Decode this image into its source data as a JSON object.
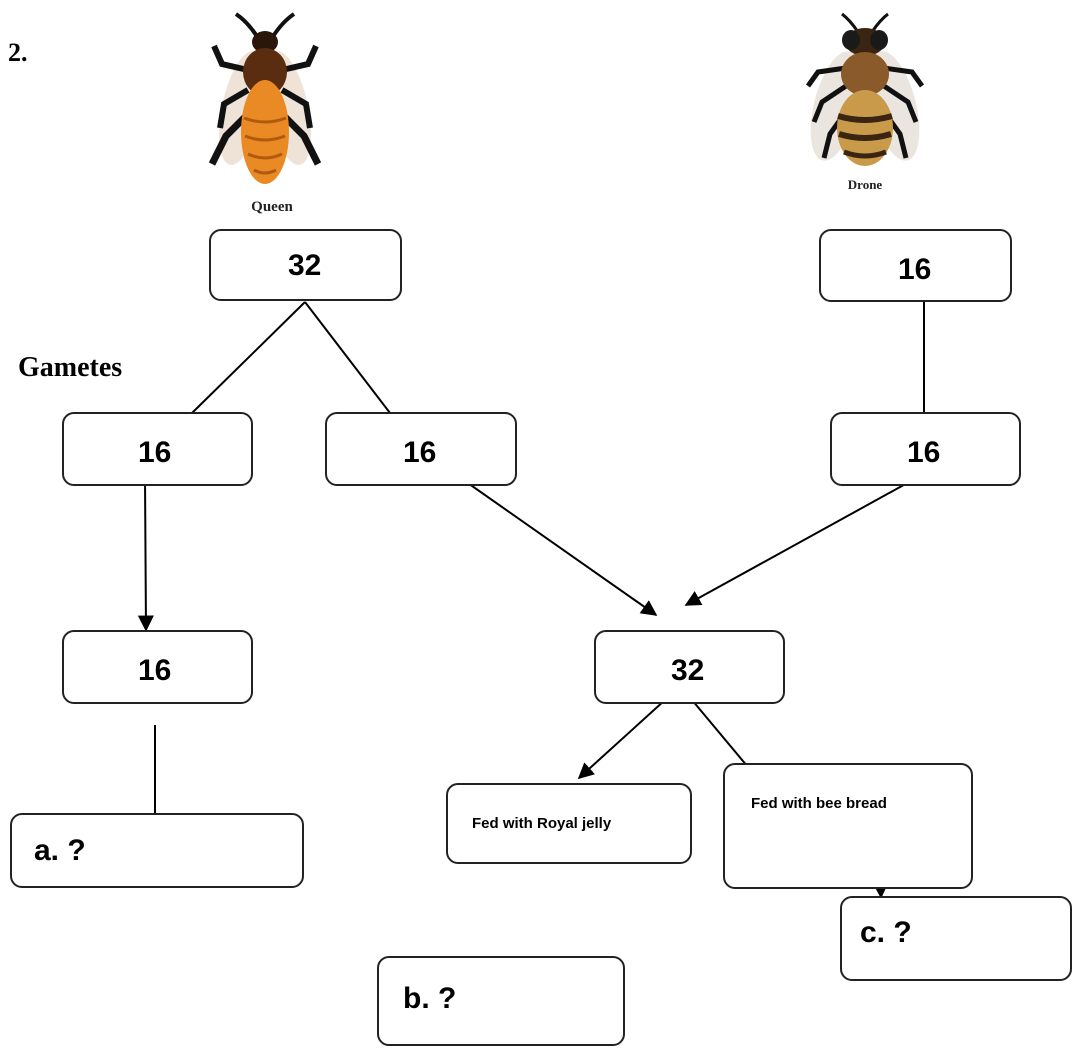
{
  "question_number": "2.",
  "bees": {
    "queen_label": "Queen",
    "drone_label": "Drone"
  },
  "gametes_label": "Gametes",
  "boxes": {
    "queen": "32",
    "drone": "16",
    "gamete_left": "16",
    "gamete_mid": "16",
    "gamete_drone": "16",
    "unfertilized": "16",
    "zygote": "32",
    "royal_jelly": "Fed with Royal jelly",
    "bee_bread": "Fed with bee bread",
    "answer_a": "a. ?",
    "answer_b": "b. ?",
    "answer_c": "c. ?"
  },
  "colors": {
    "queen_body": "#e98a24",
    "queen_head": "#5a2d10",
    "drone_body": "#b8863c",
    "legs": "#111111"
  }
}
